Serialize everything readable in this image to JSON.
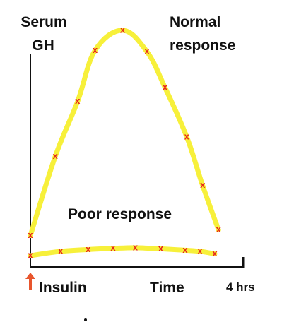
{
  "chart_data": {
    "type": "line",
    "ylabel_line1": "Serum",
    "ylabel_line2": "GH",
    "x_start_label": "Insulin",
    "x_mid_label": "Time",
    "x_end_label": "4 hrs",
    "xlim": [
      0,
      4
    ],
    "ylim": [
      0,
      10
    ],
    "marker_symbol": "x",
    "series": [
      {
        "name_line1": "Normal",
        "name_line2": "response",
        "x": [
          0.0,
          0.47,
          0.89,
          1.22,
          1.74,
          2.2,
          2.54,
          2.95,
          3.25,
          3.55
        ],
        "y": [
          0.89,
          4.41,
          6.84,
          9.11,
          10.0,
          9.05,
          7.46,
          5.27,
          3.11,
          1.14
        ]
      },
      {
        "name": "Poor response",
        "x": [
          0.0,
          0.57,
          1.09,
          1.56,
          1.98,
          2.46,
          2.92,
          3.2,
          3.48
        ],
        "y": [
          0.0,
          0.19,
          0.27,
          0.32,
          0.35,
          0.3,
          0.24,
          0.19,
          0.08
        ]
      }
    ],
    "colors": {
      "curve": "#f7f03a",
      "marker": "#e8231c",
      "axis": "#111111",
      "arrow": "#e8552d"
    }
  }
}
